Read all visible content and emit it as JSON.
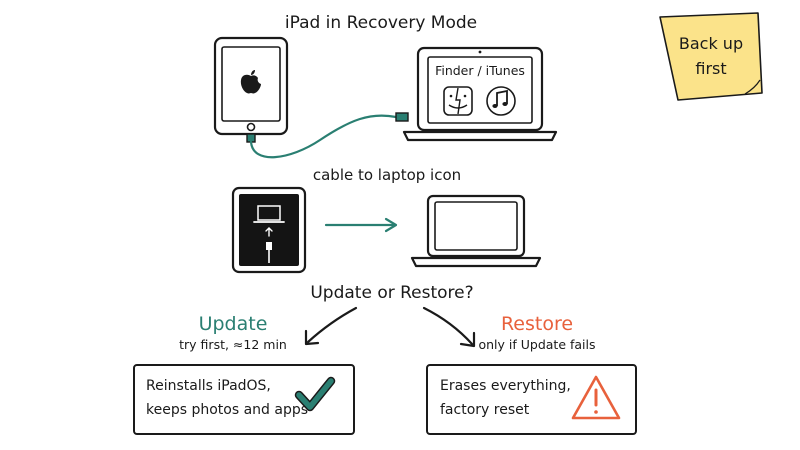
{
  "heading": "iPad in Recovery Mode",
  "laptop_screen_label": "Finder / iTunes",
  "step_label": "cable to laptop icon",
  "question": "Update or Restore?",
  "update": {
    "title": "Update",
    "subtitle": "try first, ≈12 min",
    "card_line1": "Reinstalls iPadOS,",
    "card_line2": "keeps photos and apps"
  },
  "restore": {
    "title": "Restore",
    "subtitle": "only if Update fails",
    "card_line1": "Erases everything,",
    "card_line2": "factory reset"
  },
  "sticky_note": {
    "line1": "Back up",
    "line2": "first"
  },
  "colors": {
    "teal": "#2a7f72",
    "orange": "#e8613c",
    "note_yellow": "#fbe38a"
  },
  "icons": [
    "apple-logo-icon",
    "finder-icon",
    "music-note-icon",
    "laptop-icon",
    "lightning-cable-icon",
    "arrow-right-icon",
    "checkmark-icon",
    "warning-icon"
  ]
}
